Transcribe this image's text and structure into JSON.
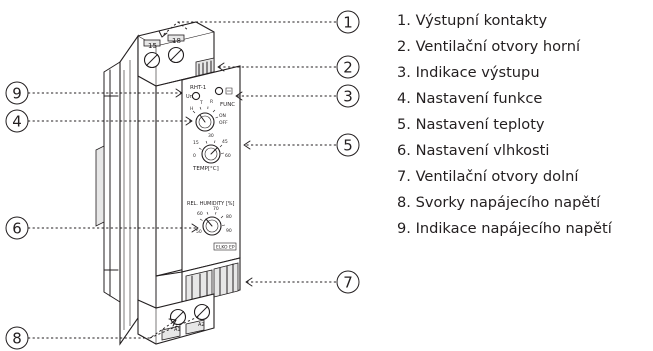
{
  "device": {
    "top_terminal_labels": [
      "15",
      "18"
    ],
    "model": "RHT-1",
    "led_un": "Un",
    "func_label": "FUNC",
    "func_scale": [
      "H",
      "T",
      "R",
      "ON",
      "OFF"
    ],
    "temp_label": "TEMP[°C]",
    "temp_scale": [
      "30",
      "45",
      "60",
      "15",
      "0"
    ],
    "humidity_label": "REL. HUMIDITY [%]",
    "humidity_scale": [
      "70",
      "60",
      "80",
      "50",
      "90"
    ],
    "brand": "ELKO EP",
    "bottom_terminal_labels": [
      "A1",
      "A2"
    ]
  },
  "callouts": [
    "1",
    "2",
    "3",
    "4",
    "5",
    "6",
    "7",
    "8",
    "9"
  ],
  "legend": [
    "1. Výstupní kontakty",
    "2. Ventilační otvory horní",
    "3. Indikace výstupu",
    "4. Nastavení funkce",
    "5. Nastavení teploty",
    "6. Nastavení vlhkosti",
    "7. Ventilační otvory dolní",
    "8. Svorky napájecího napětí",
    "9. Indikace napájecího napětí"
  ]
}
